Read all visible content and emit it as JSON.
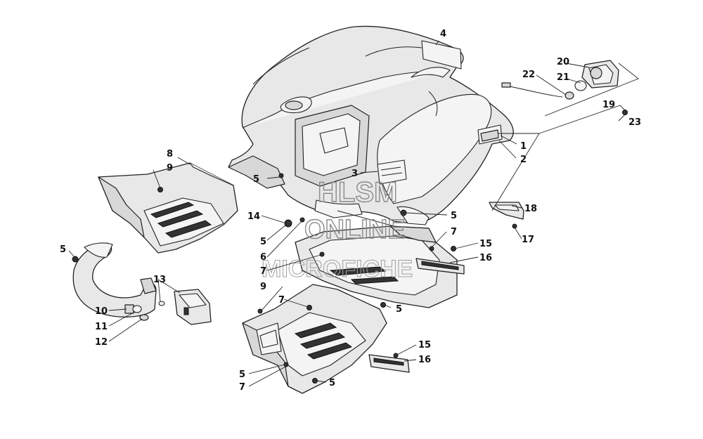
{
  "watermark": {
    "line1": "HLSM",
    "line2": "ONLINE",
    "line3": "MICROFICHE"
  },
  "callouts": {
    "c1": "1",
    "c2": "2",
    "c3": "3",
    "c4": "4",
    "c5a": "5",
    "c5b": "5",
    "c5c": "5",
    "c5d": "5",
    "c5e": "5",
    "c5f": "5",
    "c5g": "5",
    "c6": "6",
    "c7a": "7",
    "c7b": "7",
    "c7c": "7",
    "c7d": "7",
    "c8": "8",
    "c9a": "9",
    "c9b": "9",
    "c10": "10",
    "c11": "11",
    "c12": "12",
    "c13": "13",
    "c14": "14",
    "c15a": "15",
    "c15b": "15",
    "c16a": "16",
    "c16b": "16",
    "c17": "17",
    "c18": "18",
    "c19": "19",
    "c20": "20",
    "c21": "21",
    "c22": "22",
    "c23": "23"
  }
}
